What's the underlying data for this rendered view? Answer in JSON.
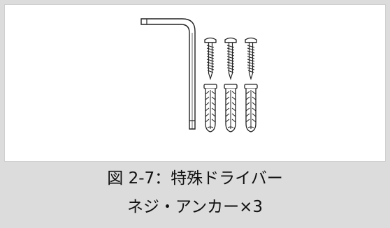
{
  "figure": {
    "caption_line_1": "図 2-7：特殊ドライバー",
    "caption_line_2": "ネジ・アンカー×3"
  },
  "illustration": {
    "items": [
      "hex-key",
      "screw",
      "screw",
      "screw",
      "wall-anchor",
      "wall-anchor",
      "wall-anchor"
    ]
  },
  "colors": {
    "background": "#dcdcdc",
    "panel": "#ffffff",
    "stroke": "#222222"
  }
}
